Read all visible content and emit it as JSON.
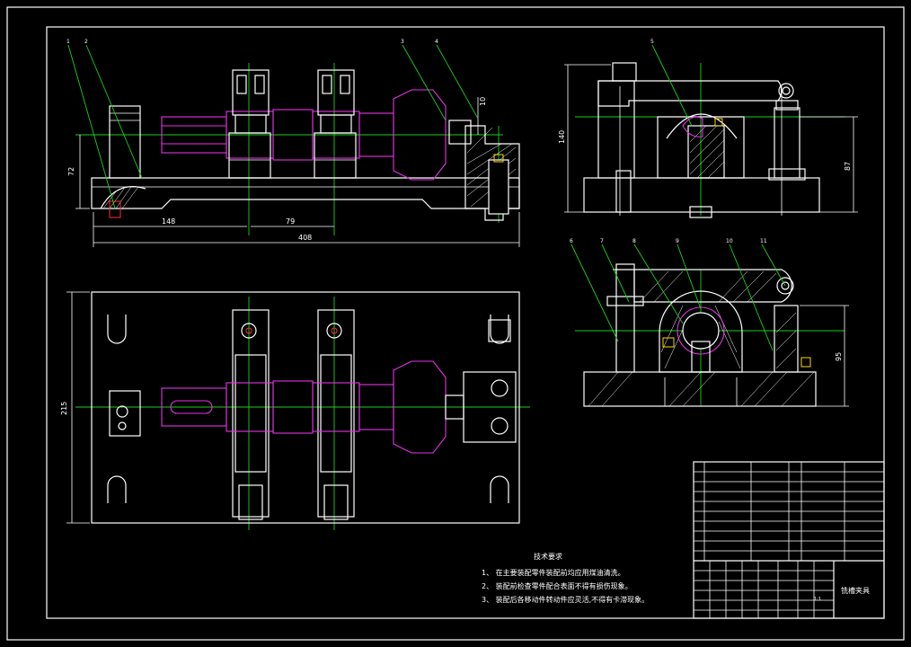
{
  "drawing": {
    "dimensions": {
      "d148": "148",
      "d79": "79",
      "d408": "408",
      "d72": "72",
      "d215": "215",
      "d140": "140",
      "d87": "87",
      "d95": "95",
      "d10": "10"
    },
    "leaders_front": [
      "1",
      "2",
      "3",
      "4"
    ],
    "leaders_side": [
      "5"
    ],
    "leaders_section": [
      "6",
      "7",
      "8",
      "9",
      "10",
      "11"
    ]
  },
  "notes": {
    "title": "技术要求",
    "lines": [
      "1、 在主要装配零件装配前均应用煤油清洗。",
      "2、 装配前检查零件配合表面不得有损伤现象。",
      "3、 装配后各移动件转动件应灵活,不得有卡滞现象。"
    ]
  },
  "title_block": {
    "name": "铣槽夹具",
    "scale": "1:1"
  },
  "colors": {
    "outline": "#ffffff",
    "center": "#19d01c",
    "part": "#e432e4",
    "detail": "#ff3030",
    "highlight": "#ffd700"
  }
}
